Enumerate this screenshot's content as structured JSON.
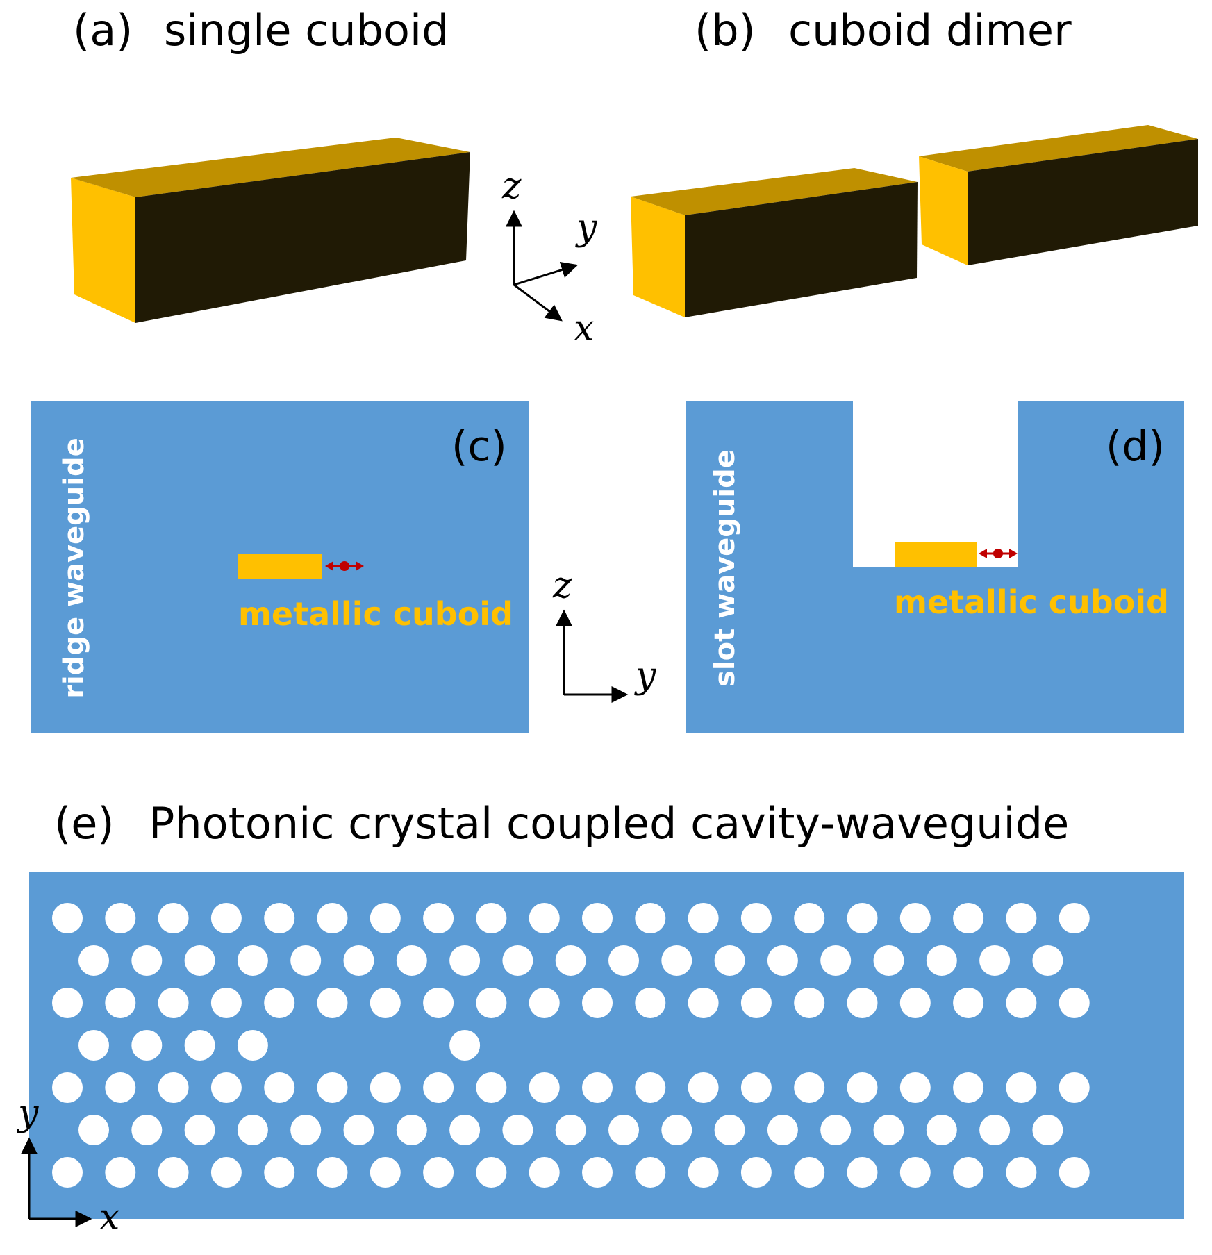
{
  "panels": {
    "a": {
      "tag": "(a)",
      "title": "single cuboid"
    },
    "b": {
      "tag": "(b)",
      "title": "cuboid dimer"
    },
    "c": {
      "tag": "(c)",
      "side_label": "ridge waveguide",
      "cuboid_label": "metallic cuboid"
    },
    "d": {
      "tag": "(d)",
      "side_label": "slot waveguide",
      "cuboid_label": "metallic cuboid"
    },
    "e": {
      "tag": "(e)",
      "title": "Photonic crystal coupled cavity-waveguide"
    }
  },
  "axes": {
    "three_d": {
      "z": "z",
      "y": "y",
      "x": "x"
    },
    "zy": {
      "z": "z",
      "y": "y"
    },
    "yx": {
      "y": "y",
      "x": "x"
    }
  },
  "colors": {
    "waveguide": "#5b9bd5",
    "gold_front": "#ffc000",
    "gold_top": "#bf9000",
    "dark_side": "#201a05",
    "dipole": "#c00000",
    "metal_text": "#ffc000",
    "hole": "#ffffff"
  }
}
